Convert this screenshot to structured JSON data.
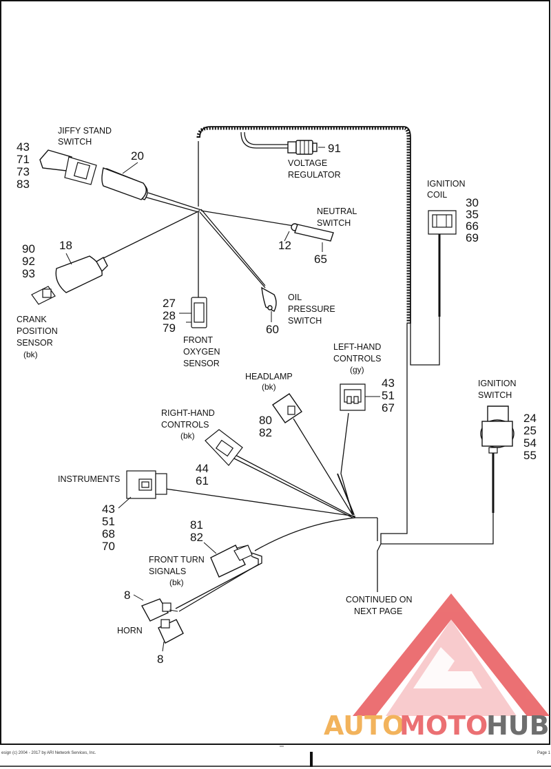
{
  "labels": {
    "jiffy_stand": [
      "JIFFY STAND",
      "SWITCH"
    ],
    "voltage_regulator": [
      "VOLTAGE",
      "REGULATOR"
    ],
    "neutral_switch": [
      "NEUTRAL",
      "SWITCH"
    ],
    "ignition_coil": [
      "IGNITION",
      "COIL"
    ],
    "crank_sensor": [
      "CRANK",
      "POSITION",
      "SENSOR",
      "(bk)"
    ],
    "front_oxygen": [
      "FRONT",
      "OXYGEN",
      "SENSOR"
    ],
    "oil_pressure": [
      "OIL",
      "PRESSURE",
      "SWITCH"
    ],
    "left_hand": [
      "LEFT-HAND",
      "CONTROLS",
      "(gy)"
    ],
    "headlamp": [
      "HEADLAMP",
      "(bk)"
    ],
    "ignition_switch": [
      "IGNITION",
      "SWITCH"
    ],
    "right_hand": [
      "RIGHT-HAND",
      "CONTROLS",
      "(bk)"
    ],
    "instruments": "INSTRUMENTS",
    "front_turn": [
      "FRONT TURN",
      "SIGNALS",
      "(bk)"
    ],
    "horn": "HORN",
    "continued": [
      "CONTINUED ON",
      "NEXT PAGE"
    ]
  },
  "numbers": {
    "jiffy": [
      "43",
      "71",
      "73",
      "83"
    ],
    "n20": "20",
    "n91": "91",
    "coil": [
      "30",
      "35",
      "66",
      "69"
    ],
    "crank": [
      "90",
      "92",
      "93"
    ],
    "n18": "18",
    "n12": "12",
    "n65": "65",
    "oxygen": [
      "27",
      "28",
      "79"
    ],
    "n60": "60",
    "left": [
      "43",
      "51",
      "67"
    ],
    "headlamp": [
      "80",
      "82"
    ],
    "ign_switch": [
      "24",
      "25",
      "54",
      "55"
    ],
    "right": [
      "44",
      "61"
    ],
    "instruments": [
      "43",
      "51",
      "68",
      "70"
    ],
    "turn": [
      "81",
      "82"
    ],
    "horn_top": "8",
    "horn_bottom": "8"
  },
  "footer": {
    "copyright": "esign (c) 2004 - 2017 by ARI Network Services, Inc.",
    "page": "Page 1"
  },
  "watermark": {
    "text_auto": "AUTO",
    "text_moto": "MOTO",
    "text_hub": "HUB",
    "color_red": "#e8585b",
    "color_orange": "#f0a640",
    "color_gray": "#555555"
  }
}
